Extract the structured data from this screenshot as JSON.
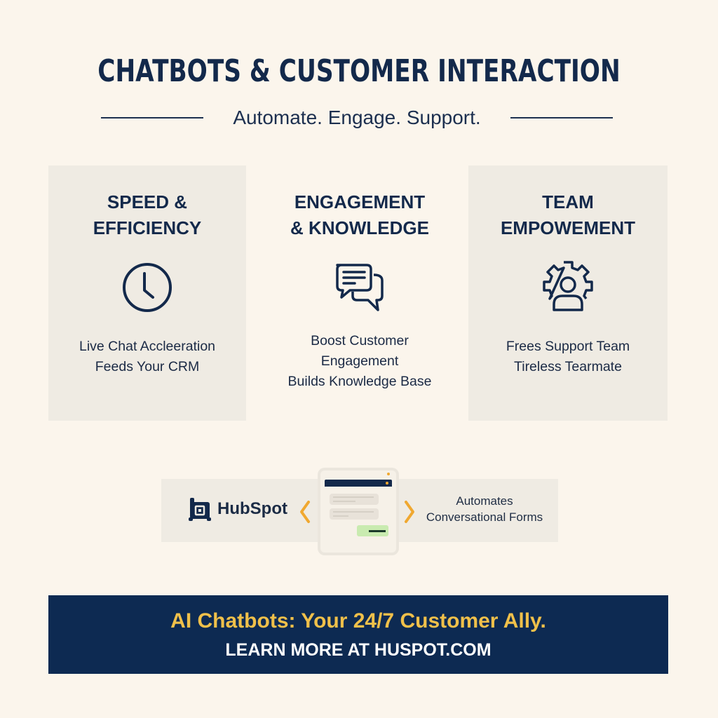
{
  "header": {
    "title": "CHATBOTS & CUSTOMER INTERACTION",
    "subtitle": "Automate. Engage. Support."
  },
  "cards": [
    {
      "title_line1": "SPEED &",
      "title_line2": "EFFICIENCY",
      "icon": "clock-icon",
      "desc_line1": "Live Chat Accleeration",
      "desc_line2": "Feeds Your CRM"
    },
    {
      "title_line1": "ENGAGEMENT",
      "title_line2": "& KNOWLEDGE",
      "icon": "chat-bubbles-icon",
      "desc_line1": "Boost Customer",
      "desc_line2": "Engagement",
      "desc_line3": "Builds Knowledge Base"
    },
    {
      "title_line1": "TEAM",
      "title_line2": "EMPOWEMENT",
      "icon": "gear-person-icon",
      "desc_line1": "Frees Support Team",
      "desc_line2": "Tireless Tearmate"
    }
  ],
  "integration": {
    "logo_text": "HubSpot",
    "logo_icon": "hubspot-logo-icon",
    "left_chevron": "‹",
    "right_chevron": "›",
    "caption_line1": "Automates",
    "caption_line2": "Conversational Forms"
  },
  "banner": {
    "tagline": "AI Chatbots: Your 24/7 Customer Ally.",
    "cta": "LEARN MORE AT HUSPOT.COM"
  },
  "colors": {
    "background": "#fbf5ec",
    "navy": "#13294b",
    "card_bg": "#efebe3",
    "accent_orange": "#f0a830",
    "banner_bg": "#0d2a52",
    "banner_tagline": "#f0c04a",
    "reply_green": "#c9ebb0"
  }
}
